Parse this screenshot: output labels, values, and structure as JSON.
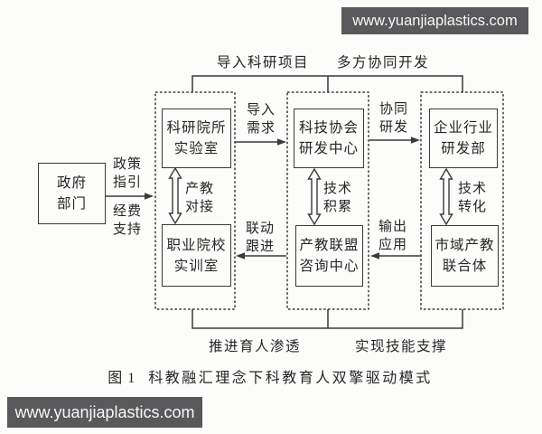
{
  "watermark": {
    "url": "www.yuanjiaplastics.com"
  },
  "colors": {
    "bar_background": "#59595B",
    "bar_text": "#F7F7F7",
    "diagram_line": "#3A3A3A",
    "text": "#262626",
    "background": "#FCFCFB"
  },
  "top_labels": {
    "left": "导入科研项目",
    "right": "多方协同开发"
  },
  "bottom_labels": {
    "left": "推进育人渗透",
    "right": "实现技能支撑"
  },
  "caption": {
    "figure_no": "图 1",
    "title": "科教融汇理念下科教育人双擎驱动模式"
  },
  "boxes": {
    "government": {
      "lines": [
        "政府",
        "部门"
      ]
    },
    "research_lab": {
      "lines": [
        "科研院所",
        "实验室"
      ]
    },
    "vocational_training": {
      "lines": [
        "职业院校",
        "实训室"
      ]
    },
    "tech_association": {
      "lines": [
        "科技协会",
        "研发中心"
      ]
    },
    "alliance_consulting": {
      "lines": [
        "产教联盟",
        "咨询中心"
      ]
    },
    "enterprise_rd": {
      "lines": [
        "企业行业",
        "研发部"
      ]
    },
    "city_consortium": {
      "lines": [
        "市域产教",
        "联合体"
      ]
    }
  },
  "edge_labels": {
    "policy_funding": {
      "lines": [
        "政策",
        "指引",
        "经费",
        "支持"
      ]
    },
    "import_demand": {
      "lines": [
        "导入",
        "需求"
      ]
    },
    "collaborative_rd": {
      "lines": [
        "协同",
        "研发"
      ]
    },
    "industry_education_docking": {
      "lines": [
        "产教",
        "对接"
      ]
    },
    "tech_accumulation": {
      "lines": [
        "技术",
        "积累"
      ]
    },
    "tech_transformation": {
      "lines": [
        "技术",
        "转化"
      ]
    },
    "linkage_followup": {
      "lines": [
        "联动",
        "跟进"
      ]
    },
    "output_application": {
      "lines": [
        "输出",
        "应用"
      ]
    }
  }
}
